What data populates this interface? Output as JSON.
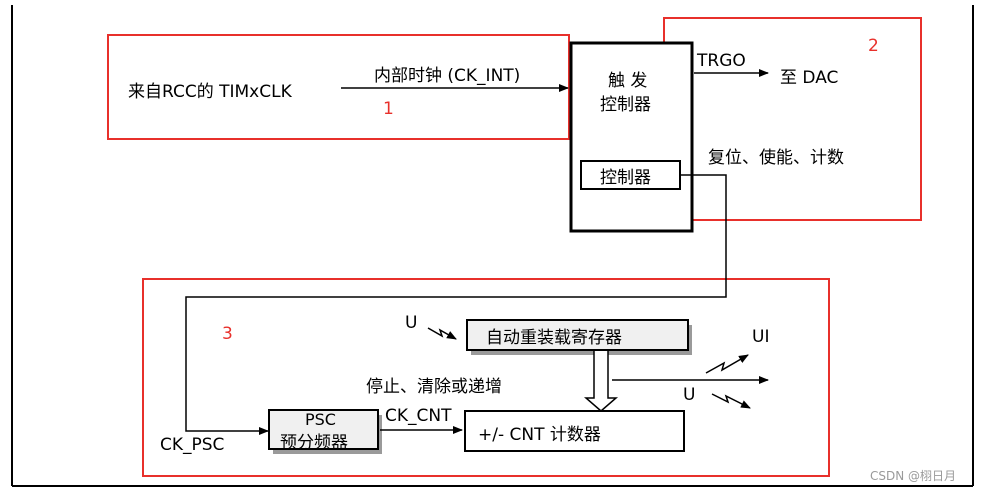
{
  "diagram": {
    "source_label": "来自RCC的 TIMxCLK",
    "int_clock_label": "内部时钟 (CK_INT)",
    "trigger_controller": {
      "line1": "触 发",
      "line2": "控制器"
    },
    "inner_controller_label": "控制器",
    "trgo_label": "TRGO",
    "to_dac_label": "至 DAC",
    "reset_enable_count_label": "复位、使能、计数",
    "u_input_label": "U",
    "auto_reload_label": "自动重装载寄存器",
    "stop_clear_label": "停止、清除或递增",
    "ui_label": "UI",
    "u_output_label": "U",
    "ck_psc_label": "CK_PSC",
    "psc_box": {
      "line1": "PSC",
      "line2": "预分频器"
    },
    "ck_cnt_label": "CK_CNT",
    "counter_label": "+/-  CNT 计数器",
    "region_numbers": [
      "1",
      "2",
      "3"
    ],
    "highlight_color": "#e8302b"
  },
  "watermark": "CSDN @栩日月"
}
